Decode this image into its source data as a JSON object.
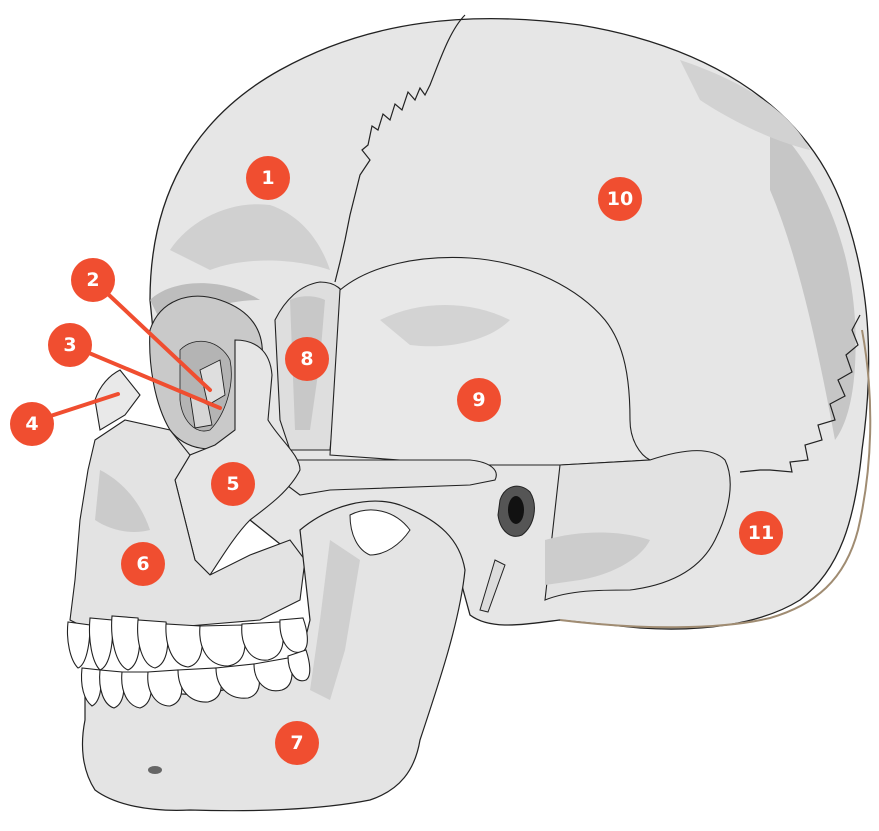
{
  "colors": {
    "bone": "#e6e6e6",
    "bone_shade": "#cfcfcf",
    "bone_dark": "#b9b9b9",
    "outline": "#222222",
    "marker": "#f04e30",
    "marker_text": "#ffffff",
    "rim": "#a08c72"
  },
  "labels": [
    {
      "id": "1",
      "text": "1"
    },
    {
      "id": "2",
      "text": "2"
    },
    {
      "id": "3",
      "text": "3"
    },
    {
      "id": "4",
      "text": "4"
    },
    {
      "id": "5",
      "text": "5"
    },
    {
      "id": "6",
      "text": "6"
    },
    {
      "id": "7",
      "text": "7"
    },
    {
      "id": "8",
      "text": "8"
    },
    {
      "id": "9",
      "text": "9"
    },
    {
      "id": "10",
      "text": "10"
    },
    {
      "id": "11",
      "text": "11"
    }
  ]
}
